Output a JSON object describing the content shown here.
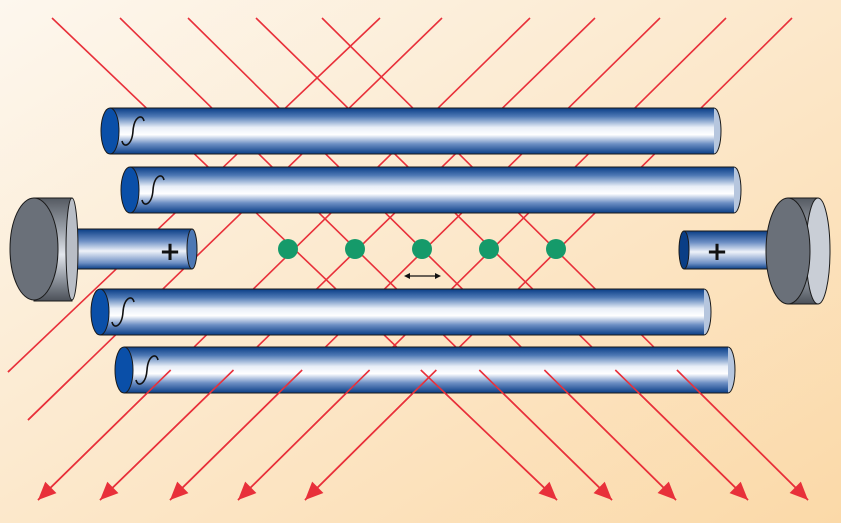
{
  "diagram": {
    "colors": {
      "background_light": "#fdf7ee",
      "background_warm": "#fbd9a8",
      "laser": "#e8303a",
      "arrowhead": "#e8303a",
      "ion": "#159a6a",
      "rod_dark": "#0a3e86",
      "rod_mid": "#4d78b4",
      "rod_light": "#e8eef7",
      "endcap_dark": "#555a62",
      "endcap_light": "#e2e6ec"
    },
    "rods": [
      {
        "id": "rod-1",
        "symbol": "sine-wave"
      },
      {
        "id": "rod-2",
        "symbol": "sine-wave"
      },
      {
        "id": "rod-3",
        "symbol": "sine-wave"
      },
      {
        "id": "rod-4",
        "symbol": "sine-wave"
      }
    ],
    "endcaps": {
      "left_label": "+",
      "right_label": "+"
    },
    "ions": {
      "count": 5,
      "color": "#159a6a"
    },
    "laser_beams": {
      "count": 12,
      "color": "#e8303a"
    },
    "ion_spacing_marker": "double-arrow"
  }
}
